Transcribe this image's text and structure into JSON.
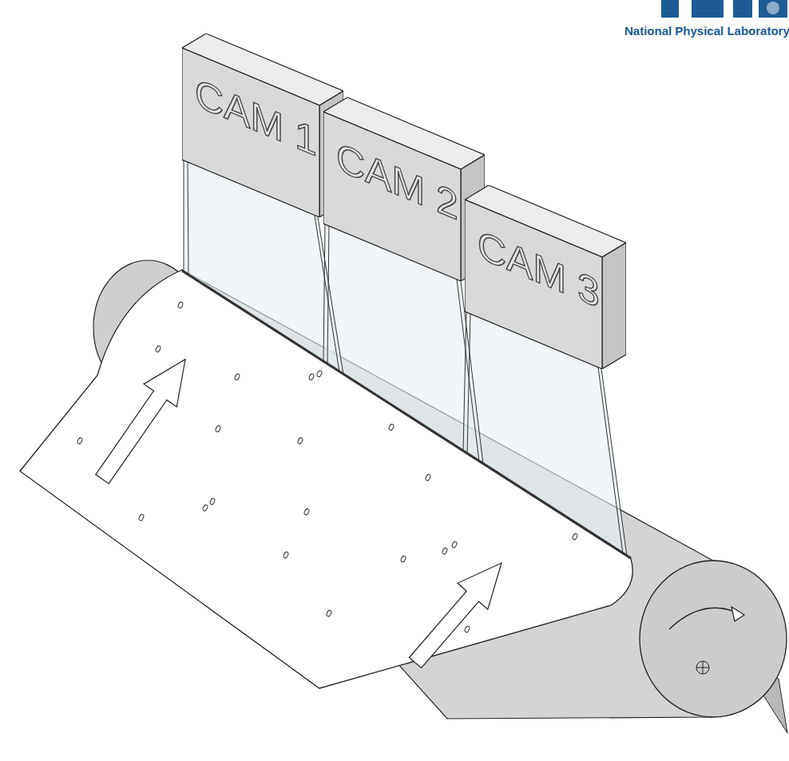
{
  "diagram": {
    "nodes": [
      {
        "text": [
          "CAM 1"
        ]
      },
      {
        "text": [
          "CAM 2"
        ]
      },
      {
        "text": [
          "CAM 3"
        ]
      }
    ],
    "labels": [
      "National Physical Laboratory"
    ]
  }
}
